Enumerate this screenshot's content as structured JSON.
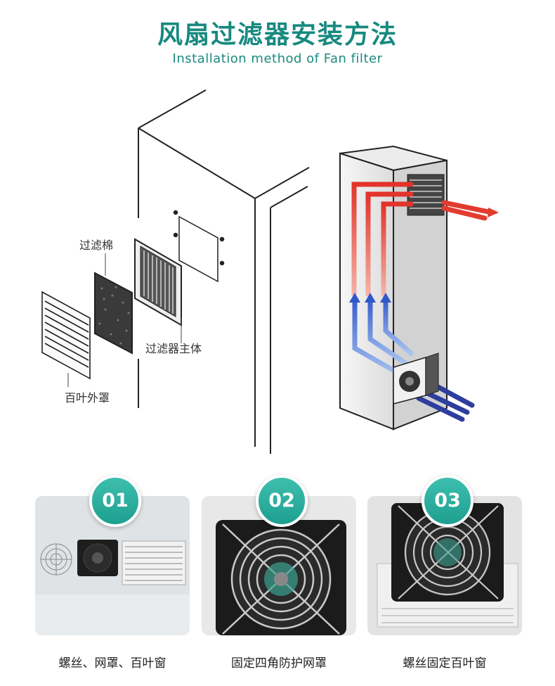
{
  "header": {
    "title_cn": "风扇过滤器安装方法",
    "title_en": "Installation method of Fan filter"
  },
  "diagram": {
    "labels": {
      "filter_cotton": "过滤棉",
      "filter_body": "过滤器主体",
      "louver_cover": "百叶外罩"
    }
  },
  "steps": [
    {
      "number": "01",
      "caption": "螺丝、网罩、百叶窗"
    },
    {
      "number": "02",
      "caption": "固定四角防护网罩"
    },
    {
      "number": "03",
      "caption": "螺丝固定百叶窗"
    }
  ],
  "colors": {
    "accent": "#17897f",
    "hot_air": "#e23b2f",
    "cold_air": "#2e4fb0"
  }
}
